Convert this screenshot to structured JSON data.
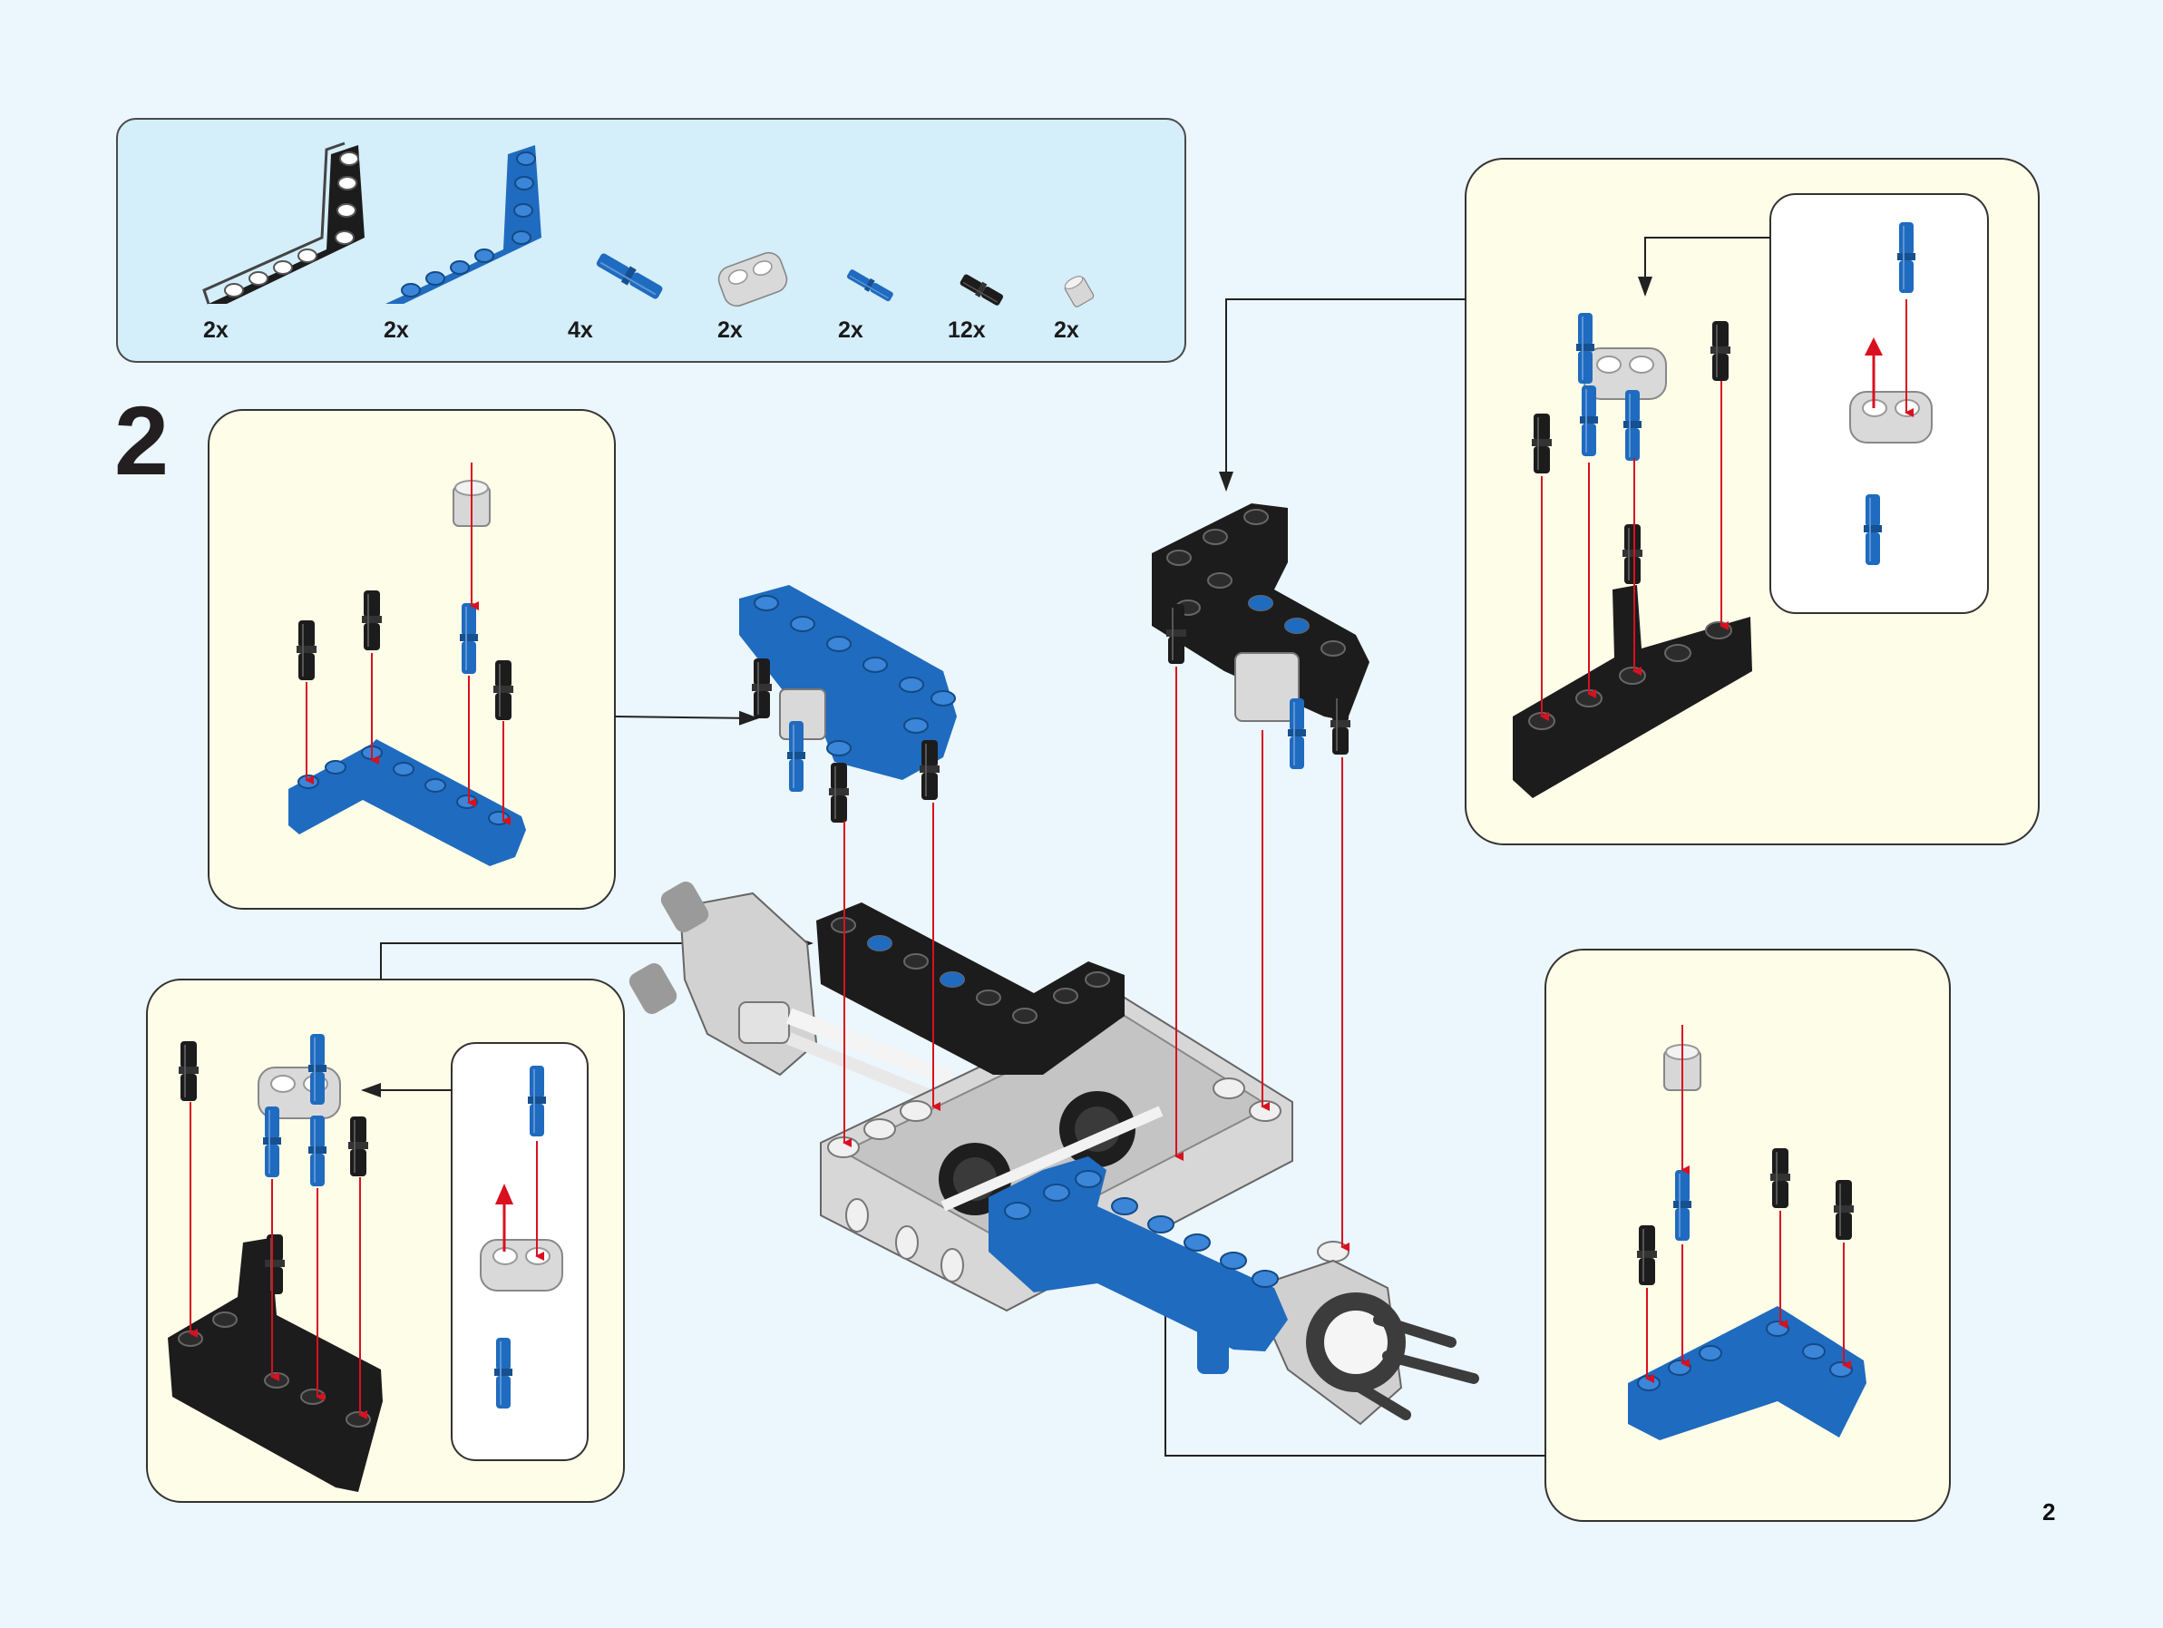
{
  "step": {
    "number": "2"
  },
  "page": {
    "number": "2"
  },
  "parts_list": [
    {
      "name": "black-l-beam",
      "count": "2x"
    },
    {
      "name": "blue-l-beam",
      "count": "2x"
    },
    {
      "name": "blue-axle-pin",
      "count": "4x"
    },
    {
      "name": "light-gray-double-connector",
      "count": "2x"
    },
    {
      "name": "blue-friction-pin",
      "count": "2x"
    },
    {
      "name": "black-friction-pin",
      "count": "12x"
    },
    {
      "name": "light-gray-bush",
      "count": "2x"
    }
  ],
  "colors": {
    "page_background": "#ecf6fd",
    "parts_box": "#d4eefa",
    "callout": "#fefde8",
    "black_part": "#1c1c1c",
    "blue_part": "#1f6bbf",
    "gray_part": "#cfcfcf",
    "arrow_red": "#d9101f"
  }
}
